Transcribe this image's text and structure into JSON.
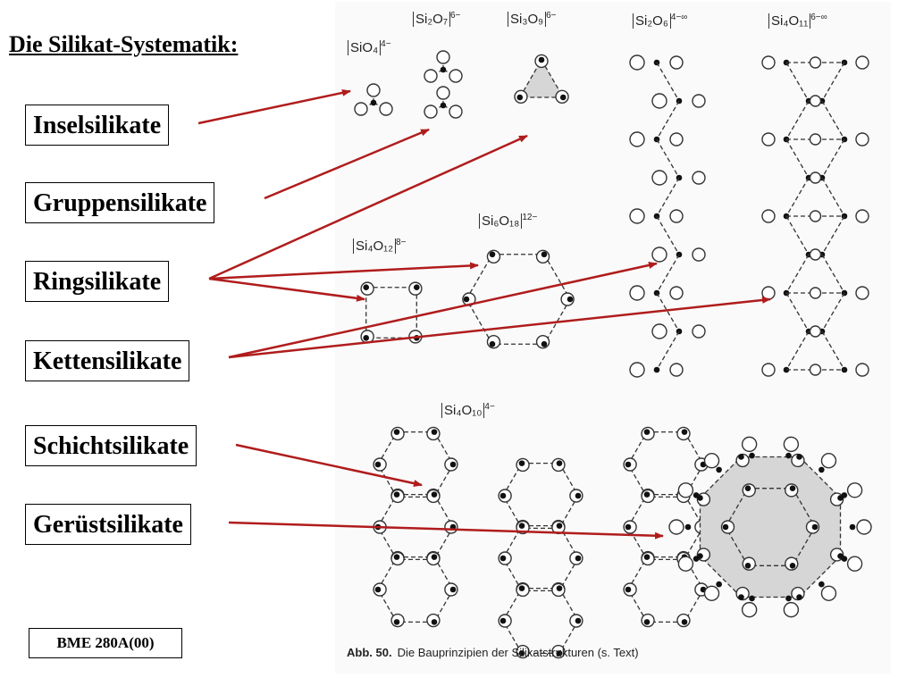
{
  "title": "Die Silikat-Systematik:",
  "labels": [
    "Inselsilikate",
    "Gruppensilikate",
    "Ringsilikate",
    "Kettensilikate",
    "Schichtsilikate",
    "Gerüstsilikate"
  ],
  "reference": "BME 280A(00)",
  "figure": {
    "caption_number": "Abb. 50.",
    "caption_text": "Die Bauprinzipien der Silikatstrukturen (s. Text)",
    "formulas": {
      "SiO4": {
        "main": "SiO₄",
        "charge": "4−"
      },
      "Si2O7": {
        "main": "Si₂O₇",
        "charge": "6−"
      },
      "Si3O9": {
        "main": "Si₃O₉",
        "charge": "6−"
      },
      "Si2O6": {
        "main": "Si₂O₆",
        "charge": "4−∞"
      },
      "Si4O11": {
        "main": "Si₄O₁₁",
        "charge": "6−∞"
      },
      "Si6O18": {
        "main": "Si₆O₁₈",
        "charge": "12−"
      },
      "Si4O12": {
        "main": "Si₄O₁₂",
        "charge": "8−"
      },
      "Si4O10": {
        "main": "Si₄O₁₀",
        "charge": "4−"
      }
    }
  },
  "colors": {
    "arrow": "#b01c1c",
    "atom_fill": "#ffffff",
    "atom_stroke": "#333333",
    "si_fill": "#111111",
    "shade": "#d6d6d6"
  }
}
